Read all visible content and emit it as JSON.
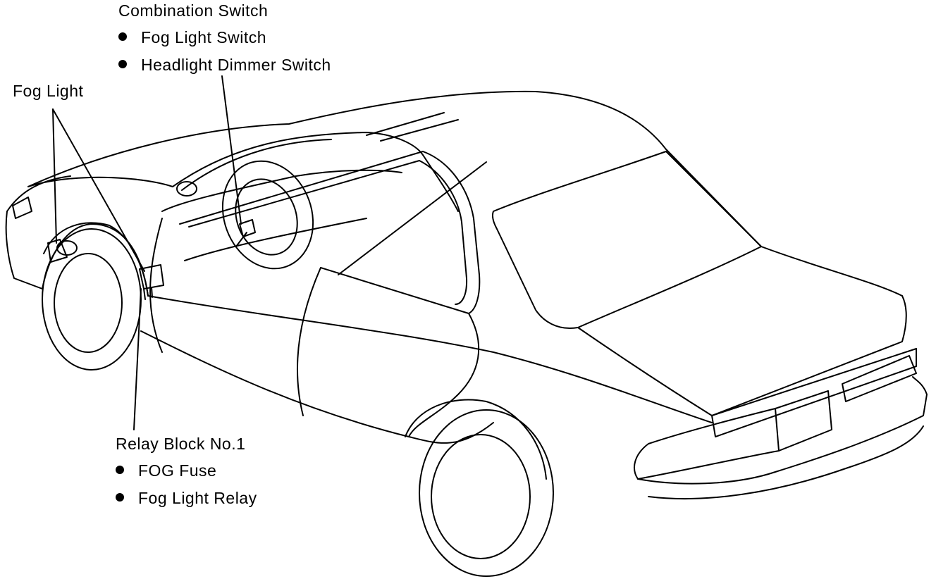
{
  "callouts": {
    "combination_switch": {
      "title": "Combination Switch",
      "items": [
        "Fog Light Switch",
        "Headlight Dimmer Switch"
      ]
    },
    "fog_light": {
      "title": "Fog Light"
    },
    "relay_block": {
      "title": "Relay Block No.1",
      "items": [
        "FOG Fuse",
        "Fog Light Relay"
      ]
    }
  },
  "style": {
    "line_color": "#000000",
    "background": "#ffffff"
  }
}
